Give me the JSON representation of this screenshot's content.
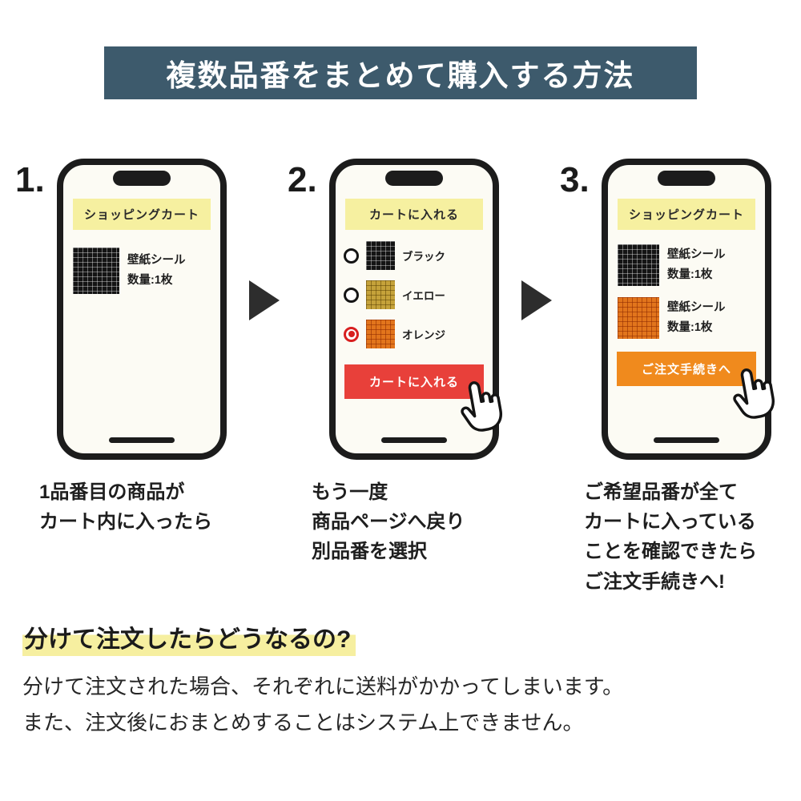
{
  "header": {
    "title": "複数品番をまとめて購入する方法",
    "bg_color": "#3d5a6c"
  },
  "steps": [
    {
      "number": "1.",
      "phone": {
        "banner": "ショッピングカート",
        "products": [
          {
            "swatch": "black",
            "name": "壁紙シール",
            "qty": "数量:1枚"
          }
        ]
      },
      "caption_lines": [
        "1品番目の商品が",
        "カート内に入ったら"
      ]
    },
    {
      "number": "2.",
      "phone": {
        "banner": "カートに入れる",
        "options": [
          {
            "swatch": "black",
            "label": "ブラック",
            "selected": false
          },
          {
            "swatch": "yellow",
            "label": "イエロー",
            "selected": false
          },
          {
            "swatch": "orange",
            "label": "オレンジ",
            "selected": true
          }
        ],
        "button": "カートに入れる"
      },
      "caption_lines": [
        "もう一度",
        "商品ページへ戻り",
        "別品番を選択"
      ]
    },
    {
      "number": "3.",
      "phone": {
        "banner": "ショッピングカート",
        "products": [
          {
            "swatch": "black",
            "name": "壁紙シール",
            "qty": "数量:1枚"
          },
          {
            "swatch": "orange",
            "name": "壁紙シール",
            "qty": "数量:1枚"
          }
        ],
        "button": "ご注文手続きへ"
      },
      "caption_lines": [
        "ご希望品番が全て",
        "カートに入っている",
        "ことを確認できたら",
        "ご注文手続きへ!"
      ]
    }
  ],
  "footer": {
    "heading": "分けて注文したらどうなるの?",
    "body_lines": [
      "分けて注文された場合、それぞれに送料がかかってしまいます。",
      "また、注文後におまとめすることはシステム上できません。"
    ]
  },
  "colors": {
    "header_bg": "#3d5a6c",
    "banner_bg": "#f6f0a0",
    "add_to_cart_button": "#e8403a",
    "checkout_button": "#f08a1d",
    "selected_radio": "#d81f1f",
    "highlight": "#f6efa0"
  }
}
